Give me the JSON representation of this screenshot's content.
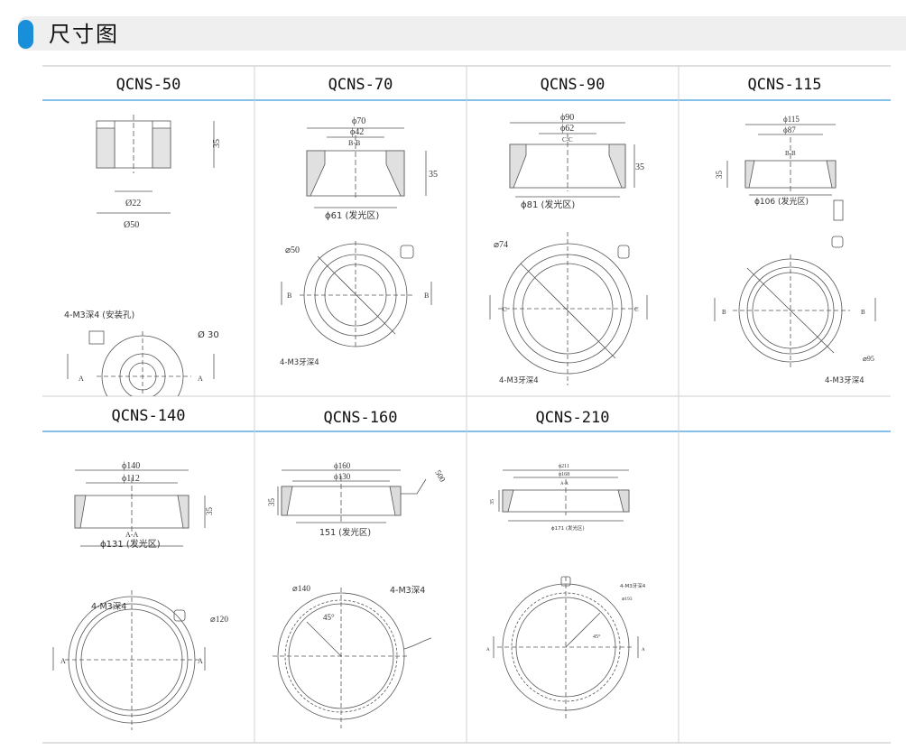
{
  "header": {
    "title": "尺寸图"
  },
  "colors": {
    "accent": "#1a8fd9",
    "rule": "#3a9ad9",
    "grid": "#d0d0d0"
  },
  "products": [
    {
      "model": "QCNS-50",
      "labels": {
        "height": "35",
        "inner": "Ø22",
        "outer": "Ø50",
        "holes": "4-M3深4 (安装孔)",
        "diam": "Ø 30",
        "secL": "A",
        "secR": "A"
      }
    },
    {
      "model": "QCNS-70",
      "labels": {
        "d1": "ϕ70",
        "d2": "ϕ42",
        "sect": "B-B",
        "height": "35",
        "area": "ϕ61 (发光区)",
        "circle": "⌀50",
        "secL": "B",
        "secR": "B",
        "holes": "4-M3牙深4"
      }
    },
    {
      "model": "QCNS-90",
      "labels": {
        "d1": "ϕ90",
        "d2": "ϕ62",
        "sect": "C-C",
        "height": "35",
        "area": "ϕ81 (发光区)",
        "circle": "⌀74",
        "secL": "C",
        "secR": "C",
        "holes": "4-M3牙深4"
      }
    },
    {
      "model": "QCNS-115",
      "labels": {
        "d1": "ϕ115",
        "d2": "ϕ87",
        "sect": "B-B",
        "height": "35",
        "area": "ϕ106 (发光区)",
        "secL": "B",
        "secR": "B",
        "circle": "⌀95",
        "holes": "4-M3牙深4"
      }
    },
    {
      "model": "QCNS-140",
      "labels": {
        "d1": "ϕ140",
        "d2": "ϕ112",
        "height": "35",
        "sect": "A-A",
        "area": "ϕ131 (发光区)",
        "holes": "4-M3深4",
        "circle": "⌀120",
        "secL": "A",
        "secR": "A"
      }
    },
    {
      "model": "QCNS-160",
      "labels": {
        "d1": "ϕ160",
        "d2": "ϕ130",
        "height": "35",
        "area": "151 (发光区)",
        "cable": "500",
        "circle": "⌀140",
        "holes": "4-M3深4",
        "angle": "45°"
      }
    },
    {
      "model": "QCNS-210",
      "labels": {
        "d1": "ϕ211",
        "d2": "ϕ168",
        "sect": "A-A",
        "height": "35",
        "area": "ϕ171 (发光区)",
        "holes": "4-M3牙深4",
        "circle": "⌀193",
        "angle": "45°",
        "secL": "A",
        "secR": "A"
      }
    }
  ]
}
